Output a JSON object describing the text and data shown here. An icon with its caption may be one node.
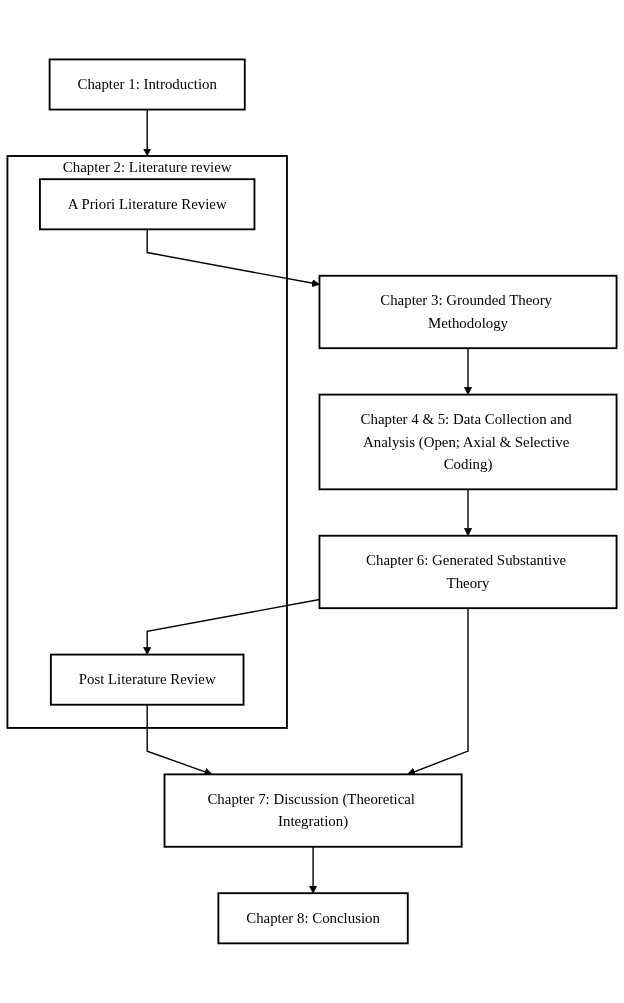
{
  "diagram": {
    "nodes": [
      {
        "text": [
          "Chapter 1: Introduction"
        ]
      },
      {
        "text": [
          "Chapter 2: Literature review"
        ]
      },
      {
        "text": [
          "A Priori Literature Review"
        ],
        "in": 1
      },
      {
        "text": [
          "Post Literature Review"
        ],
        "in": 1
      },
      {
        "text": [
          "Chapter 3: Grounded Theory Methodology"
        ]
      },
      {
        "text": [
          "Chapter 4 & 5: Data Collection and Analysis (Open; Axial & Selective Coding)"
        ]
      },
      {
        "text": [
          "Chapter 6: Generated Substantive Theory"
        ]
      },
      {
        "text": [
          "Chapter 7: Discussion (Theoretical Integration)"
        ]
      },
      {
        "text": [
          "Chapter 8: Conclusion"
        ]
      }
    ],
    "edges": [
      {
        "from": 0,
        "to": 1,
        "arrow": "to"
      },
      {
        "from": 2,
        "to": 4,
        "arrow": "to"
      },
      {
        "from": 3,
        "to": 7,
        "arrow": "to"
      },
      {
        "from": 6,
        "to": 3,
        "arrow": "to"
      },
      {
        "from": 4,
        "to": 5,
        "arrow": "to"
      },
      {
        "from": 5,
        "to": 6,
        "arrow": "to"
      },
      {
        "from": 6,
        "to": 7,
        "arrow": "to"
      },
      {
        "from": 7,
        "to": 8,
        "arrow": "to"
      }
    ]
  }
}
